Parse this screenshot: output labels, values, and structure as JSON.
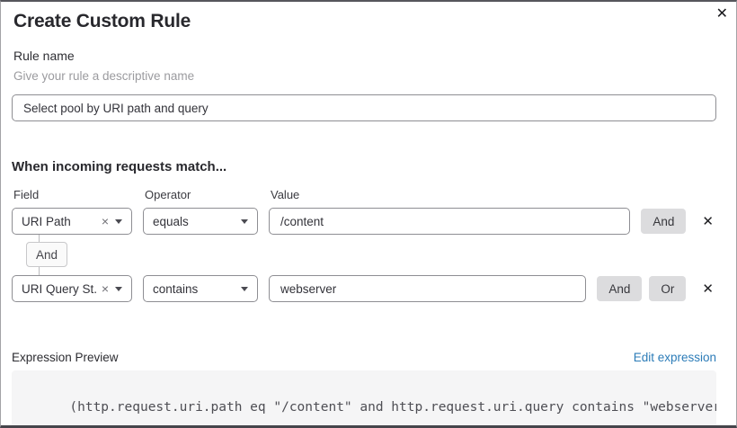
{
  "dialog": {
    "title": "Create Custom Rule"
  },
  "icons": {
    "close": "✕",
    "remove": "✕",
    "clear": "×"
  },
  "rule_name": {
    "label": "Rule name",
    "hint": "Give your rule a descriptive name",
    "value": "Select pool by URI path and query"
  },
  "match": {
    "heading": "When incoming requests match...",
    "column_labels": {
      "field": "Field",
      "operator": "Operator",
      "value": "Value"
    },
    "connector_label": "And",
    "rows": [
      {
        "field": "URI Path",
        "operator": "equals",
        "value": "/content",
        "buttons": [
          "And"
        ]
      },
      {
        "field": "URI Query St...",
        "operator": "contains",
        "value": "webserver",
        "buttons": [
          "And",
          "Or"
        ]
      }
    ]
  },
  "expression": {
    "label": "Expression Preview",
    "edit_link": "Edit expression",
    "code": "(http.request.uri.path eq \"/content\" and http.request.uri.query contains \"webserver\")"
  },
  "colors": {
    "link_blue": "#2c7cb8",
    "logic_button_bg": "#dcdcde",
    "code_block_bg": "#f5f5f6",
    "border_gray": "#8e8e93"
  }
}
